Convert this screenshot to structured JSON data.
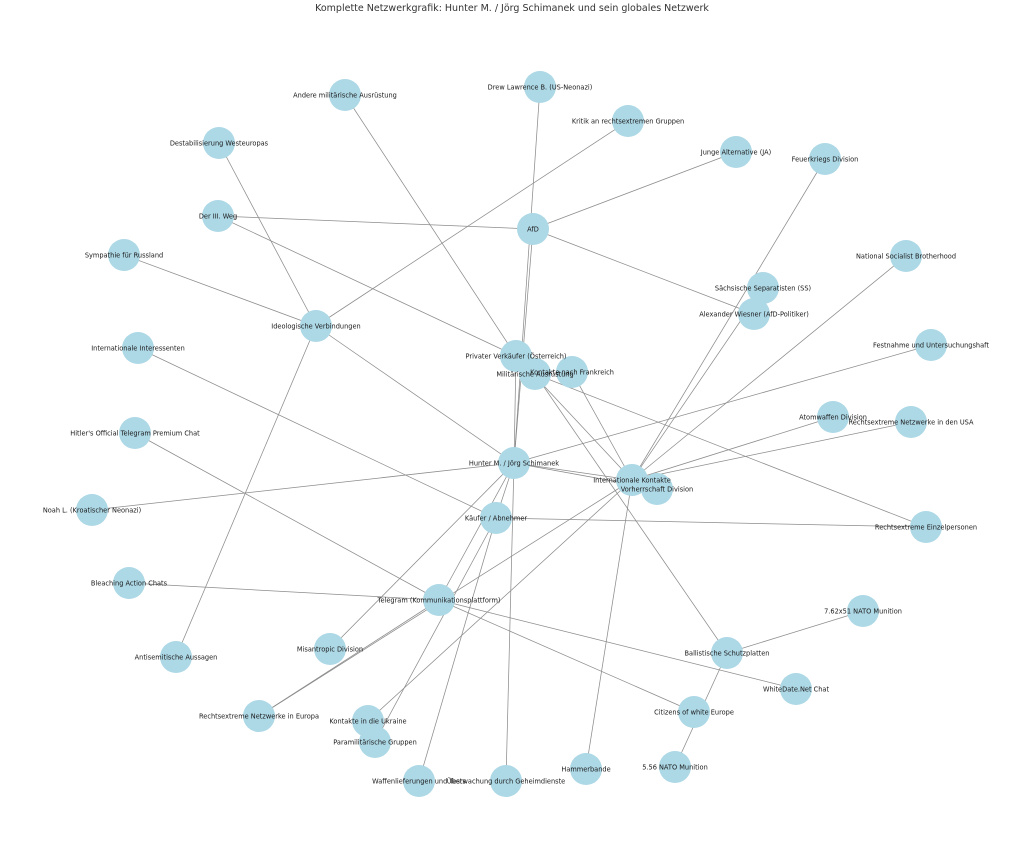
{
  "title": "Komplette Netzwerkgrafik: Hunter M. / Jörg Schimanek und sein globales Netzwerk",
  "colors": {
    "node_fill": "#add8e6",
    "edge": "#8c8c8c",
    "label": "#1a1a1a"
  },
  "nodes": [
    {
      "id": "andere",
      "label": "Andere militärische Ausrüstung"
    },
    {
      "id": "drew",
      "label": "Drew Lawrence B. (US-Neonazi)"
    },
    {
      "id": "kritik",
      "label": "Kritik an rechtsextremen Gruppen"
    },
    {
      "id": "destab",
      "label": "Destabilisierung Westeuropas"
    },
    {
      "id": "ja",
      "label": "Junge Alternative (JA)"
    },
    {
      "id": "feuerkrieg",
      "label": "Feuerkriegs Division"
    },
    {
      "id": "weg",
      "label": "Der III. Weg"
    },
    {
      "id": "afd",
      "label": "AfD"
    },
    {
      "id": "sympathie",
      "label": "Sympathie für Russland"
    },
    {
      "id": "nsb",
      "label": "National Socialist Brotherhood"
    },
    {
      "id": "ss",
      "label": "Sächsische Separatisten (SS)"
    },
    {
      "id": "wiesner",
      "label": "Alexander Wiesner (AfD-Politiker)"
    },
    {
      "id": "ideo",
      "label": "Ideologische Verbindungen"
    },
    {
      "id": "intint",
      "label": "Internationale Interessenten"
    },
    {
      "id": "festnahme",
      "label": "Festnahme und Untersuchungshaft"
    },
    {
      "id": "privat",
      "label": "Privater Verkäufer (Österreich)"
    },
    {
      "id": "frankreich",
      "label": "Kontakte nach Frankreich"
    },
    {
      "id": "milaus",
      "label": "Militärische Ausrüstung"
    },
    {
      "id": "atomwaffen",
      "label": "Atomwaffen Division"
    },
    {
      "id": "usa",
      "label": "Rechtsextreme Netzwerke in den USA"
    },
    {
      "id": "hitler",
      "label": "Hitler's Official Telegram Premium Chat"
    },
    {
      "id": "hunter",
      "label": "Hunter M. / Jörg Schimanek"
    },
    {
      "id": "intkont",
      "label": "Internationale Kontakte"
    },
    {
      "id": "vorherr",
      "label": "Vorherrschaft Division"
    },
    {
      "id": "noah",
      "label": "Noah L. (Kroatischer Neonazi)"
    },
    {
      "id": "kaeufer",
      "label": "Käufer / Abnehmer"
    },
    {
      "id": "einzel",
      "label": "Rechtsextreme Einzelpersonen"
    },
    {
      "id": "bleaching",
      "label": "Bleaching Action Chats"
    },
    {
      "id": "telegram",
      "label": "Telegram (Kommunikationsplattform)"
    },
    {
      "id": "nato762",
      "label": "7.62x51 NATO Munition"
    },
    {
      "id": "misan",
      "label": "Misantropic Division"
    },
    {
      "id": "antisem",
      "label": "Antisemitische Aussagen"
    },
    {
      "id": "ballist",
      "label": "Ballistische Schutzplatten"
    },
    {
      "id": "whitedate",
      "label": "WhiteDate.Net Chat"
    },
    {
      "id": "europa",
      "label": "Rechtsextreme Netzwerke in Europa"
    },
    {
      "id": "ukraine",
      "label": "Kontakte in die Ukraine"
    },
    {
      "id": "citizens",
      "label": "Citizens of white Europe"
    },
    {
      "id": "para",
      "label": "Paramilitärische Gruppen"
    },
    {
      "id": "nato556",
      "label": "5.56 NATO Munition"
    },
    {
      "id": "hammer",
      "label": "Hammerbande"
    },
    {
      "id": "waffen",
      "label": "Waffenlieferungen und Tests"
    },
    {
      "id": "geheim",
      "label": "Überwachung durch Geheimdienste"
    }
  ],
  "edges": [
    [
      "andere",
      "privat"
    ],
    [
      "drew",
      "hunter"
    ],
    [
      "kritik",
      "ideo"
    ],
    [
      "destab",
      "ideo"
    ],
    [
      "ja",
      "afd"
    ],
    [
      "feuerkrieg",
      "intkont"
    ],
    [
      "weg",
      "afd"
    ],
    [
      "weg",
      "privat"
    ],
    [
      "afd",
      "wiesner"
    ],
    [
      "afd",
      "hunter"
    ],
    [
      "sympathie",
      "ideo"
    ],
    [
      "nsb",
      "intkont"
    ],
    [
      "ss",
      "intkont"
    ],
    [
      "ideo",
      "hunter"
    ],
    [
      "ideo",
      "antisem"
    ],
    [
      "intint",
      "kaeufer"
    ],
    [
      "festnahme",
      "hunter"
    ],
    [
      "privat",
      "hunter"
    ],
    [
      "privat",
      "intkont"
    ],
    [
      "frankreich",
      "intkont"
    ],
    [
      "milaus",
      "einzel"
    ],
    [
      "milaus",
      "ballist"
    ],
    [
      "atomwaffen",
      "intkont"
    ],
    [
      "usa",
      "intkont"
    ],
    [
      "hitler",
      "telegram"
    ],
    [
      "hunter",
      "noah"
    ],
    [
      "hunter",
      "kaeufer"
    ],
    [
      "hunter",
      "intkont"
    ],
    [
      "hunter",
      "vorherr"
    ],
    [
      "hunter",
      "telegram"
    ],
    [
      "hunter",
      "misan"
    ],
    [
      "hunter",
      "geheim"
    ],
    [
      "kaeufer",
      "einzel"
    ],
    [
      "kaeufer",
      "para"
    ],
    [
      "kaeufer",
      "waffen"
    ],
    [
      "intkont",
      "europa"
    ],
    [
      "intkont",
      "ukraine"
    ],
    [
      "intkont",
      "hammer"
    ],
    [
      "bleaching",
      "telegram"
    ],
    [
      "telegram",
      "europa"
    ],
    [
      "telegram",
      "whitedate"
    ],
    [
      "telegram",
      "citizens"
    ],
    [
      "ballist",
      "nato762"
    ],
    [
      "ballist",
      "nato556"
    ]
  ]
}
